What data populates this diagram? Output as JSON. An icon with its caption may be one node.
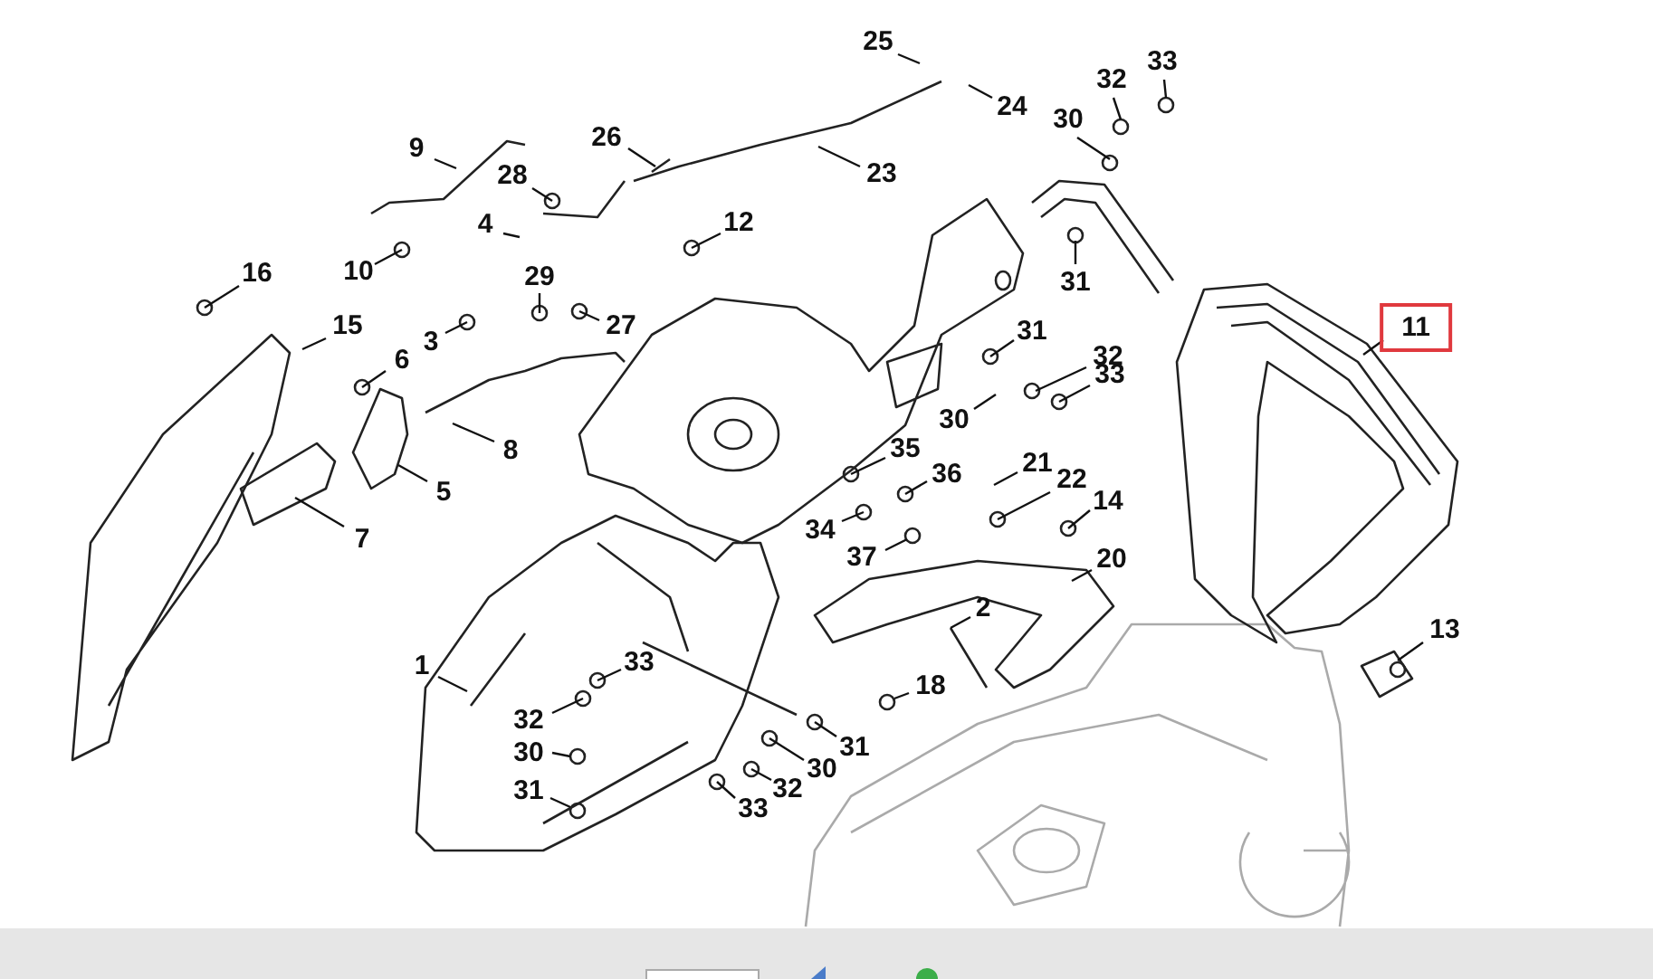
{
  "diagram": {
    "nodes": [
      {
        "text": [
          "25"
        ]
      },
      {
        "text": [
          "24"
        ]
      },
      {
        "text": [
          "33"
        ]
      },
      {
        "text": [
          "32"
        ]
      },
      {
        "text": [
          "30"
        ]
      },
      {
        "text": [
          "26"
        ]
      },
      {
        "text": [
          "9"
        ]
      },
      {
        "text": [
          "23"
        ]
      },
      {
        "text": [
          "28"
        ]
      },
      {
        "text": [
          "4"
        ]
      },
      {
        "text": [
          "12"
        ]
      },
      {
        "text": [
          "10"
        ]
      },
      {
        "text": [
          "16"
        ]
      },
      {
        "text": [
          "29"
        ]
      },
      {
        "text": [
          "31"
        ]
      },
      {
        "text": [
          "27"
        ]
      },
      {
        "text": [
          "15"
        ]
      },
      {
        "text": [
          "11"
        ]
      },
      {
        "text": [
          "31"
        ]
      },
      {
        "text": [
          "3"
        ]
      },
      {
        "text": [
          "6"
        ]
      },
      {
        "text": [
          "32"
        ]
      },
      {
        "text": [
          "33"
        ]
      },
      {
        "text": [
          "30"
        ]
      },
      {
        "text": [
          "35"
        ]
      },
      {
        "text": [
          "8"
        ]
      },
      {
        "text": [
          "21"
        ]
      },
      {
        "text": [
          "36"
        ]
      },
      {
        "text": [
          "22"
        ]
      },
      {
        "text": [
          "5"
        ]
      },
      {
        "text": [
          "14"
        ]
      },
      {
        "text": [
          "34"
        ]
      },
      {
        "text": [
          "7"
        ]
      },
      {
        "text": [
          "37"
        ]
      },
      {
        "text": [
          "20"
        ]
      },
      {
        "text": [
          "2"
        ]
      },
      {
        "text": [
          "13"
        ]
      },
      {
        "text": [
          "33"
        ]
      },
      {
        "text": [
          "1"
        ]
      },
      {
        "text": [
          "18"
        ]
      },
      {
        "text": [
          "32"
        ]
      },
      {
        "text": [
          "31"
        ]
      },
      {
        "text": [
          "30"
        ]
      },
      {
        "text": [
          "30"
        ]
      },
      {
        "text": [
          "32"
        ]
      },
      {
        "text": [
          "31"
        ]
      },
      {
        "text": [
          "33"
        ]
      }
    ],
    "edges": [
      {
        "from": 0,
        "to": null,
        "arrow": "none"
      },
      {
        "from": 1,
        "to": null,
        "arrow": "none"
      },
      {
        "from": 2,
        "to": null,
        "arrow": "none"
      },
      {
        "from": 3,
        "to": null,
        "arrow": "none"
      },
      {
        "from": 4,
        "to": null,
        "arrow": "none"
      },
      {
        "from": 5,
        "to": null,
        "arrow": "none"
      },
      {
        "from": 6,
        "to": null,
        "arrow": "none"
      },
      {
        "from": 7,
        "to": null,
        "arrow": "none"
      },
      {
        "from": 8,
        "to": null,
        "arrow": "none"
      },
      {
        "from": 9,
        "to": null,
        "arrow": "none"
      },
      {
        "from": 10,
        "to": null,
        "arrow": "none"
      },
      {
        "from": 11,
        "to": null,
        "arrow": "none"
      },
      {
        "from": 12,
        "to": null,
        "arrow": "none"
      },
      {
        "from": 13,
        "to": null,
        "arrow": "none"
      },
      {
        "from": 14,
        "to": null,
        "arrow": "none"
      },
      {
        "from": 15,
        "to": null,
        "arrow": "none"
      },
      {
        "from": 16,
        "to": null,
        "arrow": "none"
      },
      {
        "from": 17,
        "to": null,
        "arrow": "none"
      },
      {
        "from": 18,
        "to": null,
        "arrow": "none"
      },
      {
        "from": 19,
        "to": null,
        "arrow": "none"
      },
      {
        "from": 20,
        "to": null,
        "arrow": "none"
      },
      {
        "from": 21,
        "to": null,
        "arrow": "none"
      },
      {
        "from": 22,
        "to": null,
        "arrow": "none"
      },
      {
        "from": 23,
        "to": null,
        "arrow": "none"
      },
      {
        "from": 24,
        "to": null,
        "arrow": "none"
      },
      {
        "from": 25,
        "to": null,
        "arrow": "none"
      },
      {
        "from": 26,
        "to": null,
        "arrow": "none"
      },
      {
        "from": 27,
        "to": null,
        "arrow": "none"
      },
      {
        "from": 28,
        "to": null,
        "arrow": "none"
      },
      {
        "from": 29,
        "to": null,
        "arrow": "none"
      },
      {
        "from": 30,
        "to": null,
        "arrow": "none"
      },
      {
        "from": 31,
        "to": null,
        "arrow": "none"
      },
      {
        "from": 32,
        "to": null,
        "arrow": "none"
      },
      {
        "from": 33,
        "to": null,
        "arrow": "none"
      },
      {
        "from": 34,
        "to": null,
        "arrow": "none"
      },
      {
        "from": 35,
        "to": null,
        "arrow": "none"
      },
      {
        "from": 36,
        "to": null,
        "arrow": "none"
      },
      {
        "from": 37,
        "to": null,
        "arrow": "none"
      },
      {
        "from": 38,
        "to": null,
        "arrow": "none"
      },
      {
        "from": 39,
        "to": null,
        "arrow": "none"
      },
      {
        "from": 40,
        "to": null,
        "arrow": "none"
      },
      {
        "from": 41,
        "to": null,
        "arrow": "none"
      },
      {
        "from": 42,
        "to": null,
        "arrow": "none"
      },
      {
        "from": 43,
        "to": null,
        "arrow": "none"
      },
      {
        "from": 44,
        "to": null,
        "arrow": "none"
      },
      {
        "from": 45,
        "to": null,
        "arrow": "none"
      },
      {
        "from": 46,
        "to": null,
        "arrow": "none"
      }
    ]
  }
}
